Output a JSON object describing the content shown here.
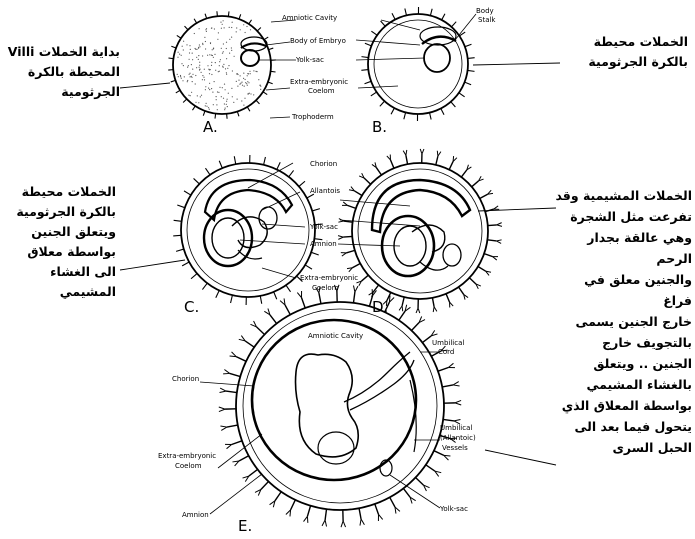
{
  "figure_labels": {
    "a": "A.",
    "b": "B.",
    "c": "C.",
    "d": "D.",
    "e": "E."
  },
  "structure_labels": {
    "amniotic_cavity": "Amniotic Cavity",
    "body_of_embryo": "Body of Embryo",
    "yolk_sac": "Yolk-sac",
    "extra_embryonic_coelom_1": "Extra-embryonic",
    "extra_embryonic_coelom_2": "Coelom",
    "trophoderm": "Trophoderm",
    "body_stalk_1": "Body",
    "body_stalk_2": "Stalk",
    "chorion": "Chorion",
    "allantois": "Allantois",
    "amnion": "Amnion",
    "extra_embryonic_c": "Extra-embryonic",
    "coelom_c": "Coelom",
    "chorion_e": "Chorion",
    "amniotic_cavity_e": "Amniotic Cavity",
    "umbilical_cord_1": "Umbilical",
    "umbilical_cord_2": "Cord",
    "extra_embryonic_e1": "Extra-embryonic",
    "extra_embryonic_e2": "Coelom",
    "umbilical_vessels_1": "Umbilical",
    "umbilical_vessels_2": "(Allantoic)",
    "umbilical_vessels_3": "Vessels",
    "amnion_e": "Amnion",
    "yolk_sac_e": "Yolk-sac"
  },
  "notes": {
    "villi_start": "بداية الخملات Villi\nالمحيطة بالكرة\nالجرثومية",
    "villi_surround": "الخملات محيطة\nبالكرة الجرثومية",
    "villi_embryo_stalk": "الخملات محيطة\nبالكرة الجرثومية\nويتعلق الجنين\nبواسطة معلاق\nالى الغشاء\nالمشيمي",
    "chorionic_villi": "الخملات المشيمية وقد\nتفرعت مثل الشجرة\nوهي عالقة بجدار الرحم\nوالجنين معلق في فراغ\nخارج الجنين يسمى\nبالتجويف خارج\nالجنين .. ويتعلق\nبالغشاء المشيمي\nبواسطة المعلاق الذي\nيتحول فيما بعد الى\nالحبل السرى"
  }
}
